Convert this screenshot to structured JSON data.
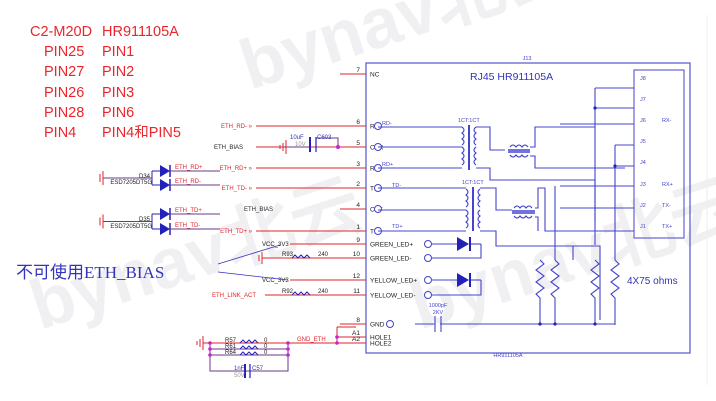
{
  "mapping_table": {
    "header": {
      "left": "C2-M20D",
      "right": "HR911105A"
    },
    "rows": [
      {
        "left": "PIN25",
        "right": "PIN1"
      },
      {
        "left": "PIN27",
        "right": "PIN2"
      },
      {
        "left": "PIN26",
        "right": "PIN3"
      },
      {
        "left": "PIN28",
        "right": "PIN6"
      },
      {
        "left": "PIN4",
        "right": "PIN4和PIN5"
      }
    ]
  },
  "annotation": "不可使用ETH_BIAS",
  "watermark": "bynav北云",
  "connector": {
    "ref": "J13",
    "title": "RJ45 HR911105A",
    "footer": "HR911105A",
    "resistor_note": "4X75 ohms",
    "transformer_label": "1CT:1CT",
    "cap_value": "1000pF",
    "cap_voltage": "2KV",
    "pins": [
      {
        "num": "7",
        "name": "NC",
        "net": ""
      },
      {
        "num": "6",
        "name": "RD-",
        "net": "ETH_RD-"
      },
      {
        "num": "5",
        "name": "CTR",
        "net": "ETH_BIAS"
      },
      {
        "num": "3",
        "name": "RD+",
        "net": "ETH_RD+"
      },
      {
        "num": "2",
        "name": "TD-",
        "net": "ETH_TD-"
      },
      {
        "num": "4",
        "name": "CTT",
        "net": "ETH_BIAS"
      },
      {
        "num": "1",
        "name": "TD+",
        "net": "ETH_TD+"
      },
      {
        "num": "9",
        "name": "GREEN_LED+",
        "net": "VCC_3V3"
      },
      {
        "num": "10",
        "name": "GREEN_LED-",
        "net": ""
      },
      {
        "num": "12",
        "name": "YELLOW_LED+",
        "net": "VCC_3V3"
      },
      {
        "num": "11",
        "name": "YELLOW_LED-",
        "net": "ETH_LINK_ACT"
      },
      {
        "num": "8",
        "name": "GND",
        "net": ""
      },
      {
        "num": "A1",
        "name": "HOLE1",
        "net": ""
      },
      {
        "num": "A2",
        "name": "HOLE2",
        "net": ""
      }
    ],
    "inner_wire_labels": {
      "rd_minus": "RD-",
      "rd_plus": "RD+",
      "td_minus": "TD-",
      "td_plus": "TD+"
    },
    "jack_pins": [
      {
        "pin": "J8",
        "sig": ""
      },
      {
        "pin": "J7",
        "sig": ""
      },
      {
        "pin": "J6",
        "sig": "RX-"
      },
      {
        "pin": "J5",
        "sig": ""
      },
      {
        "pin": "J4",
        "sig": ""
      },
      {
        "pin": "J3",
        "sig": "RX+"
      },
      {
        "pin": "J2",
        "sig": "TX-"
      },
      {
        "pin": "J1",
        "sig": "TX+"
      }
    ]
  },
  "components": {
    "c603": {
      "ref": "C603",
      "value": "10uF",
      "voltage": "10V"
    },
    "d34": {
      "ref": "D34",
      "part": "ESD7205DT5G",
      "nets": [
        "ETH_RD+",
        "ETH_RD-"
      ]
    },
    "d35": {
      "ref": "D35",
      "part": "ESD7205DT5G",
      "nets": [
        "ETH_TD+",
        "ETH_TD-"
      ]
    },
    "r93": {
      "ref": "R93",
      "value": "240"
    },
    "r92": {
      "ref": "R92",
      "value": "240"
    },
    "r57": {
      "ref": "R57",
      "value": "0"
    },
    "r61": {
      "ref": "R61",
      "value": "0"
    },
    "r64": {
      "ref": "R64",
      "value": "0"
    },
    "c57": {
      "ref": "C57",
      "value": "1nF",
      "voltage": "50V"
    },
    "gnd_net": "GND_ETH"
  }
}
